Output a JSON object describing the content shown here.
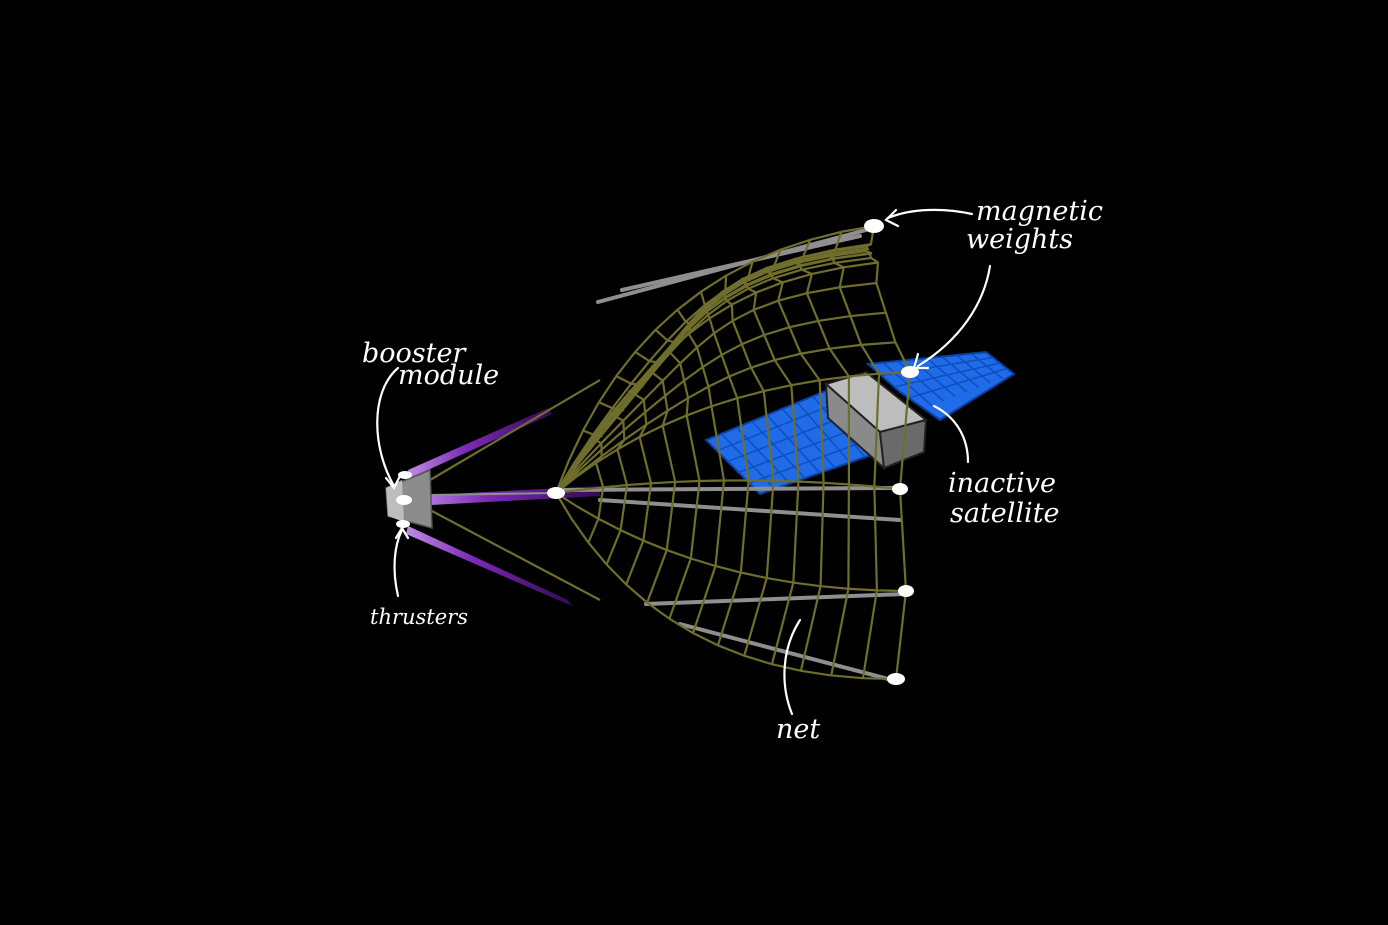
{
  "labels": {
    "booster_line1": "booster",
    "booster_line2": "module",
    "thrusters": "thrusters",
    "magnetic_line1": "magnetic",
    "magnetic_line2": "weights",
    "inactive_line1": "inactive",
    "inactive_line2": "satellite",
    "net": "net"
  },
  "colors": {
    "background": "#000000",
    "net": "#6f6e2c",
    "tether": "#8a8a8a",
    "thruster_plume": "#8b2fc9",
    "solar_panel": "#1f6be8",
    "satellite_body": "#9a9a9a",
    "annotation": "#ffffff"
  }
}
